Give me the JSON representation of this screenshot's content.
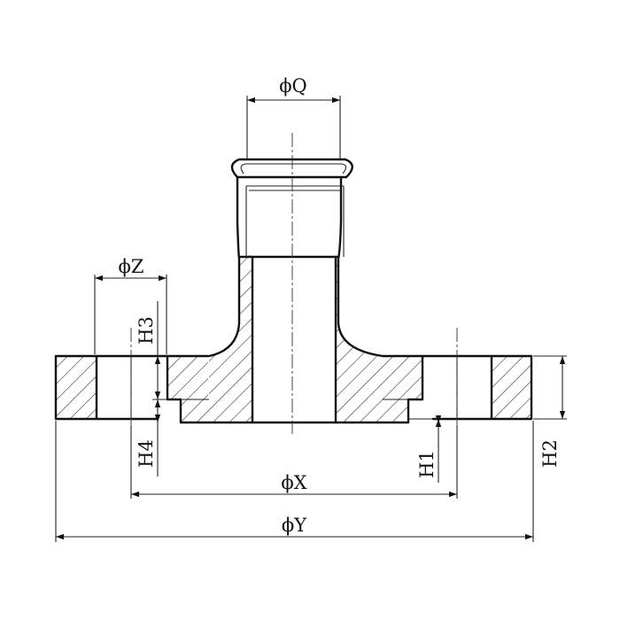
{
  "drawing": {
    "dimensions": {
      "q": "ϕQ",
      "z": "ϕZ",
      "x": "ϕX",
      "y": "ϕY",
      "h1": "H1",
      "h2": "H2",
      "h3": "H3",
      "h4": "H4"
    }
  }
}
